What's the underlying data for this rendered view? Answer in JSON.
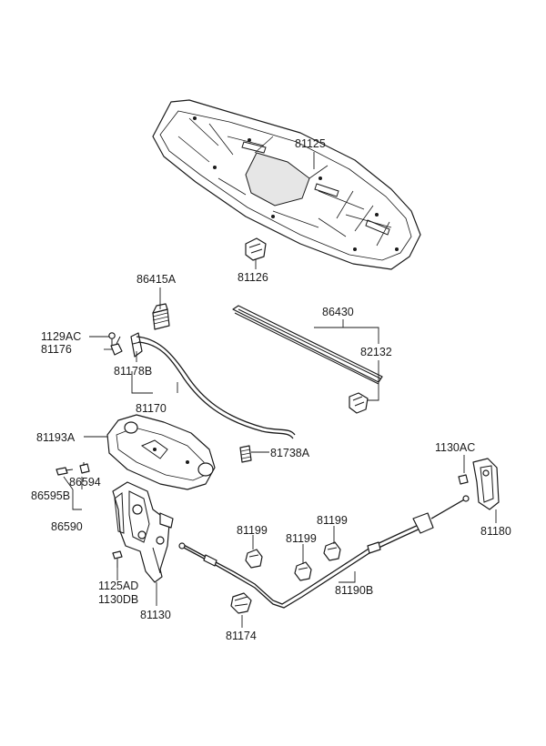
{
  "labels": {
    "l81125": "81125",
    "l81126": "81126",
    "l86415A": "86415A",
    "l86430": "86430",
    "l82132": "82132",
    "l1129AC": "1129AC",
    "l81176": "81176",
    "l81178B": "81178B",
    "l81170": "81170",
    "l81193A": "81193A",
    "l81738A": "81738A",
    "l1130AC": "1130AC",
    "l86594": "86594",
    "l86595B": "86595B",
    "l86590": "86590",
    "l81199a": "81199",
    "l81199b": "81199",
    "l81199c": "81199",
    "l81180": "81180",
    "l1125AD": "1125AD",
    "l1130DB": "1130DB",
    "l81130": "81130",
    "l81190B": "81190B",
    "l81174": "81174"
  }
}
